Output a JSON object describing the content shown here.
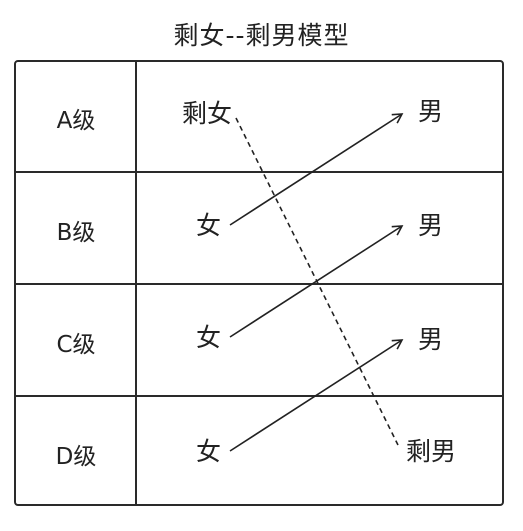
{
  "title": "剩女--剩男模型",
  "grades": [
    "A级",
    "B级",
    "C级",
    "D级"
  ],
  "rows": [
    {
      "left": "剩女",
      "right": "男"
    },
    {
      "left": "女",
      "right": "男"
    },
    {
      "left": "女",
      "right": "男"
    },
    {
      "left": "女",
      "right": "剩男"
    }
  ],
  "colors": {
    "line": "#222222",
    "border": "#2a2a2a"
  }
}
